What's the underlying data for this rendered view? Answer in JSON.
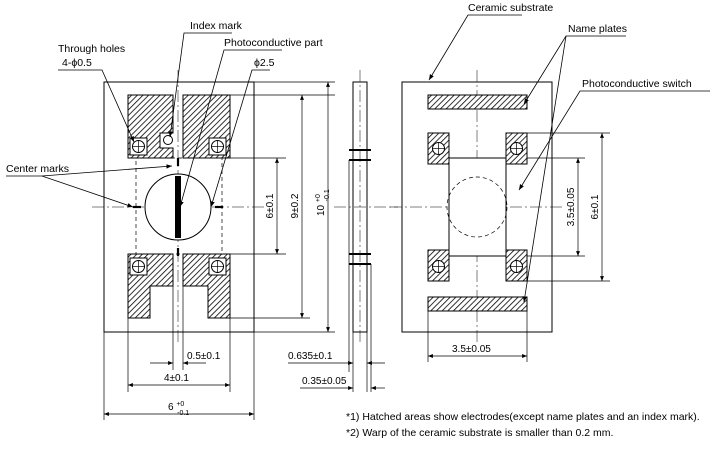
{
  "labels": {
    "index_mark": "Index mark",
    "through_holes": "Through holes",
    "through_holes_count": "4-ϕ0.5",
    "photoconductive_part": "Photoconductive part",
    "phi25": "ϕ2.5",
    "center_marks": "Center marks",
    "ceramic_substrate": "Ceramic substrate",
    "name_plates": "Name plates",
    "photoconductive_switch": "Photoconductive switch"
  },
  "dimensions": {
    "d6_v": "6±0.1",
    "d9_v": "9±0.2",
    "d10_main": "10",
    "d10_sup": "+0",
    "d10_sub": "-0.1",
    "d05": "0.5±0.1",
    "d4": "4±0.1",
    "d6b_main": "6",
    "d6b_sup": "+0",
    "d6b_sub": "-0.1",
    "d0635": "0.635±0.1",
    "d035": "0.35±0.05",
    "d35_h": "3.5±0.05",
    "d35_v": "3.5±0.05",
    "d6_right": "6±0.1"
  },
  "notes": {
    "note1": "*1) Hatched areas show electrodes(except name plates and an index mark).",
    "note2": "*2) Warp of the ceramic substrate is smaller than 0.2 mm."
  }
}
